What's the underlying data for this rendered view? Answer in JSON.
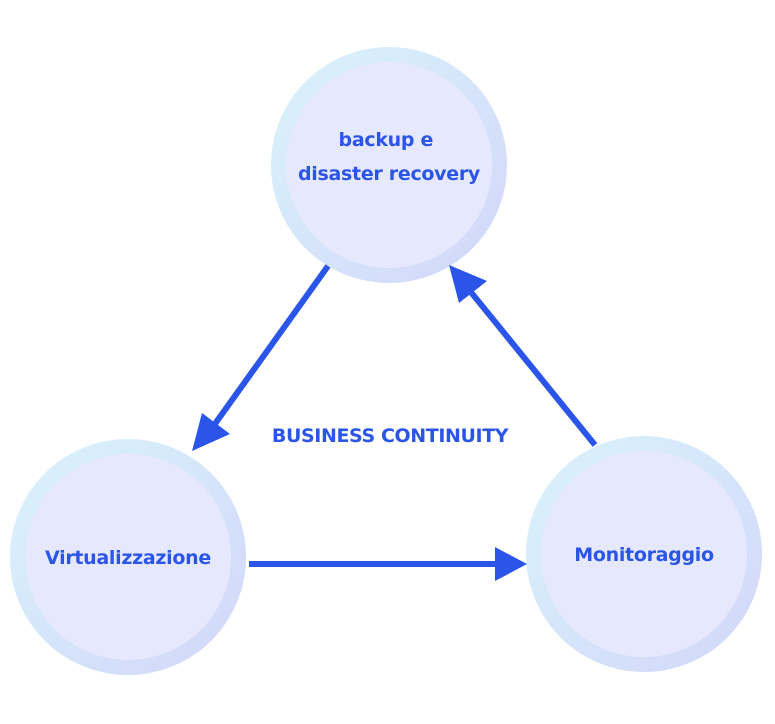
{
  "colors": {
    "accent": "#2a55e8",
    "node_fill": "#e6e9fd",
    "node_ring_outer": "#d6f1fa",
    "node_ring_inner": "#d3d8fb"
  },
  "center": {
    "label": "BUSINESS CONTINUITY"
  },
  "nodes": {
    "backup": {
      "line1": "backup e",
      "line2": "disaster recovery"
    },
    "virtualization": {
      "label": "Virtualizzazione"
    },
    "monitoring": {
      "label": "Monitoraggio"
    }
  }
}
